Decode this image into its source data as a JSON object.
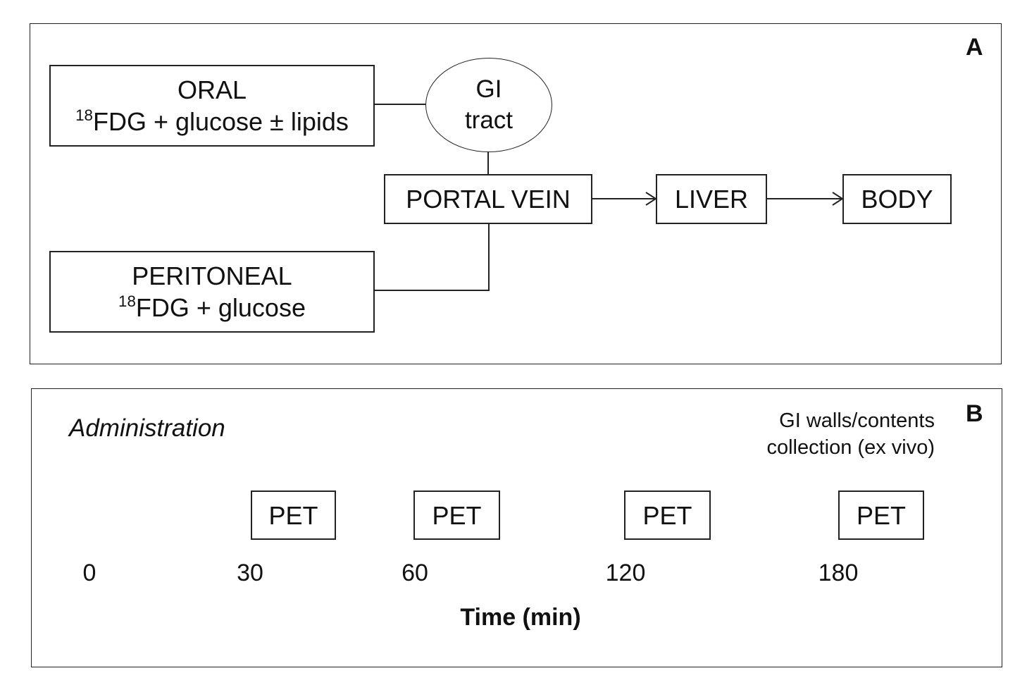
{
  "panel_a": {
    "letter": "A",
    "oral": {
      "title": "ORAL",
      "sup": "18",
      "rest": "FDG + glucose ± lipids"
    },
    "peritoneal": {
      "title": "PERITONEAL",
      "sup": "18",
      "rest": "FDG + glucose"
    },
    "gi": {
      "line1": "GI",
      "line2": "tract"
    },
    "portal_vein": "PORTAL VEIN",
    "liver": "LIVER",
    "body": "BODY"
  },
  "panel_b": {
    "letter": "B",
    "administration": "Administration",
    "collection_line1": "GI walls/contents",
    "collection_line2": "collection (ex vivo)",
    "pet_label": "PET",
    "pet_boxes": [
      "PET",
      "PET",
      "PET",
      "PET"
    ],
    "ticks": [
      "0",
      "30",
      "60",
      "120",
      "180"
    ],
    "xlabel": "Time (min)"
  },
  "colors": {
    "stroke": "#222222",
    "background": "#ffffff"
  }
}
